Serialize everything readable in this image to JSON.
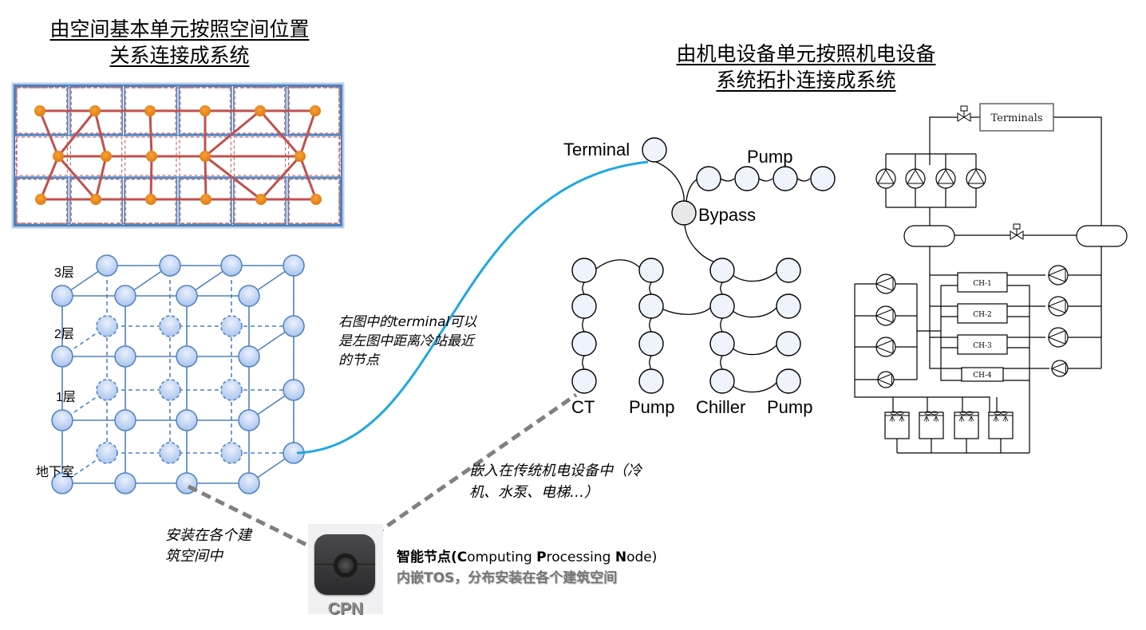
{
  "left_title": {
    "line1": "由空间基本单元按照空间位置",
    "line2": "关系连接成系统"
  },
  "right_title": {
    "line1": "由机电设备单元按照机电设备",
    "line2": "系统拓扑连接成系统"
  },
  "floor_labels": [
    "3层",
    "2层",
    "1层",
    "地下室"
  ],
  "topology_labels": {
    "terminal": "Terminal",
    "pump_top": "Pump",
    "bypass": "Bypass",
    "bottom": [
      "CT",
      "Pump",
      "Chiller",
      "Pump"
    ]
  },
  "schematic": {
    "terminals": "Terminals",
    "chillers": [
      "CH-1",
      "CH-2",
      "CH-3",
      "CH-4"
    ]
  },
  "notes": {
    "terminal_note_l1": "右图中的terminal可以",
    "terminal_note_l2": "是左图中距离冷站最近",
    "terminal_note_l3": "的节点",
    "embedded_l1": "嵌入在传统机电设备中（冷",
    "embedded_l2": "机、水泵、电梯…）",
    "install_l1": "安装在各个建",
    "install_l2": "筑空间中"
  },
  "cpn": {
    "label": "CPN",
    "title_prefix": "智能节点(",
    "title_c": "C",
    "title_omputing": "omputing ",
    "title_p": "P",
    "title_rocessing": "rocessing ",
    "title_n": "N",
    "title_ode": "ode)",
    "subtitle": "内嵌TOS，分布安装在各个建筑空间"
  },
  "colors": {
    "orange_node": "#f08a1e",
    "red_edge": "#c0504d",
    "blue_node": "#4f81bd",
    "cyan_link": "#1fa8e0",
    "gray_link": "#808080"
  }
}
